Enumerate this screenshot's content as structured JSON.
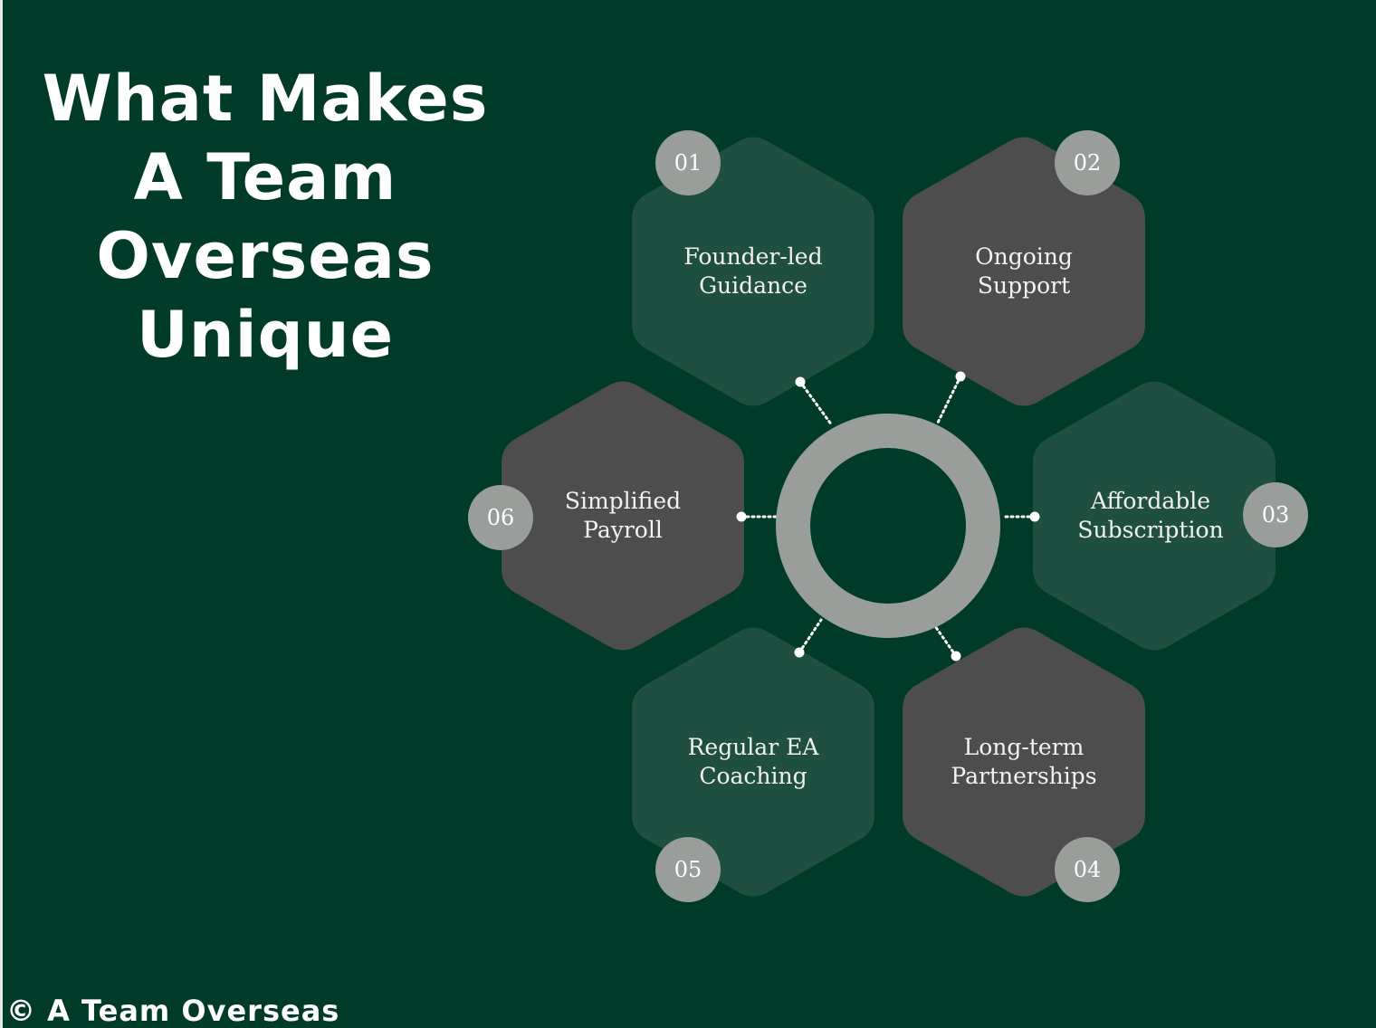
{
  "title": {
    "lines": [
      "What Makes",
      "A Team",
      "Overseas",
      "Unique"
    ]
  },
  "footer": "© A Team Overseas",
  "colors": {
    "background": "#003a28",
    "hex_green": "#1f4f40",
    "hex_gray": "#4d4d4d",
    "badge": "#9a9e9b",
    "ring": "#9a9e9b"
  },
  "items": [
    {
      "number": "01",
      "lines": [
        "Founder-led",
        "Guidance"
      ]
    },
    {
      "number": "02",
      "lines": [
        "Ongoing",
        "Support"
      ]
    },
    {
      "number": "03",
      "lines": [
        "Affordable",
        "Subscription"
      ]
    },
    {
      "number": "04",
      "lines": [
        "Long-term",
        "Partnerships"
      ]
    },
    {
      "number": "05",
      "lines": [
        "Regular EA",
        "Coaching"
      ]
    },
    {
      "number": "06",
      "lines": [
        "Simplified",
        "Payroll"
      ]
    }
  ]
}
